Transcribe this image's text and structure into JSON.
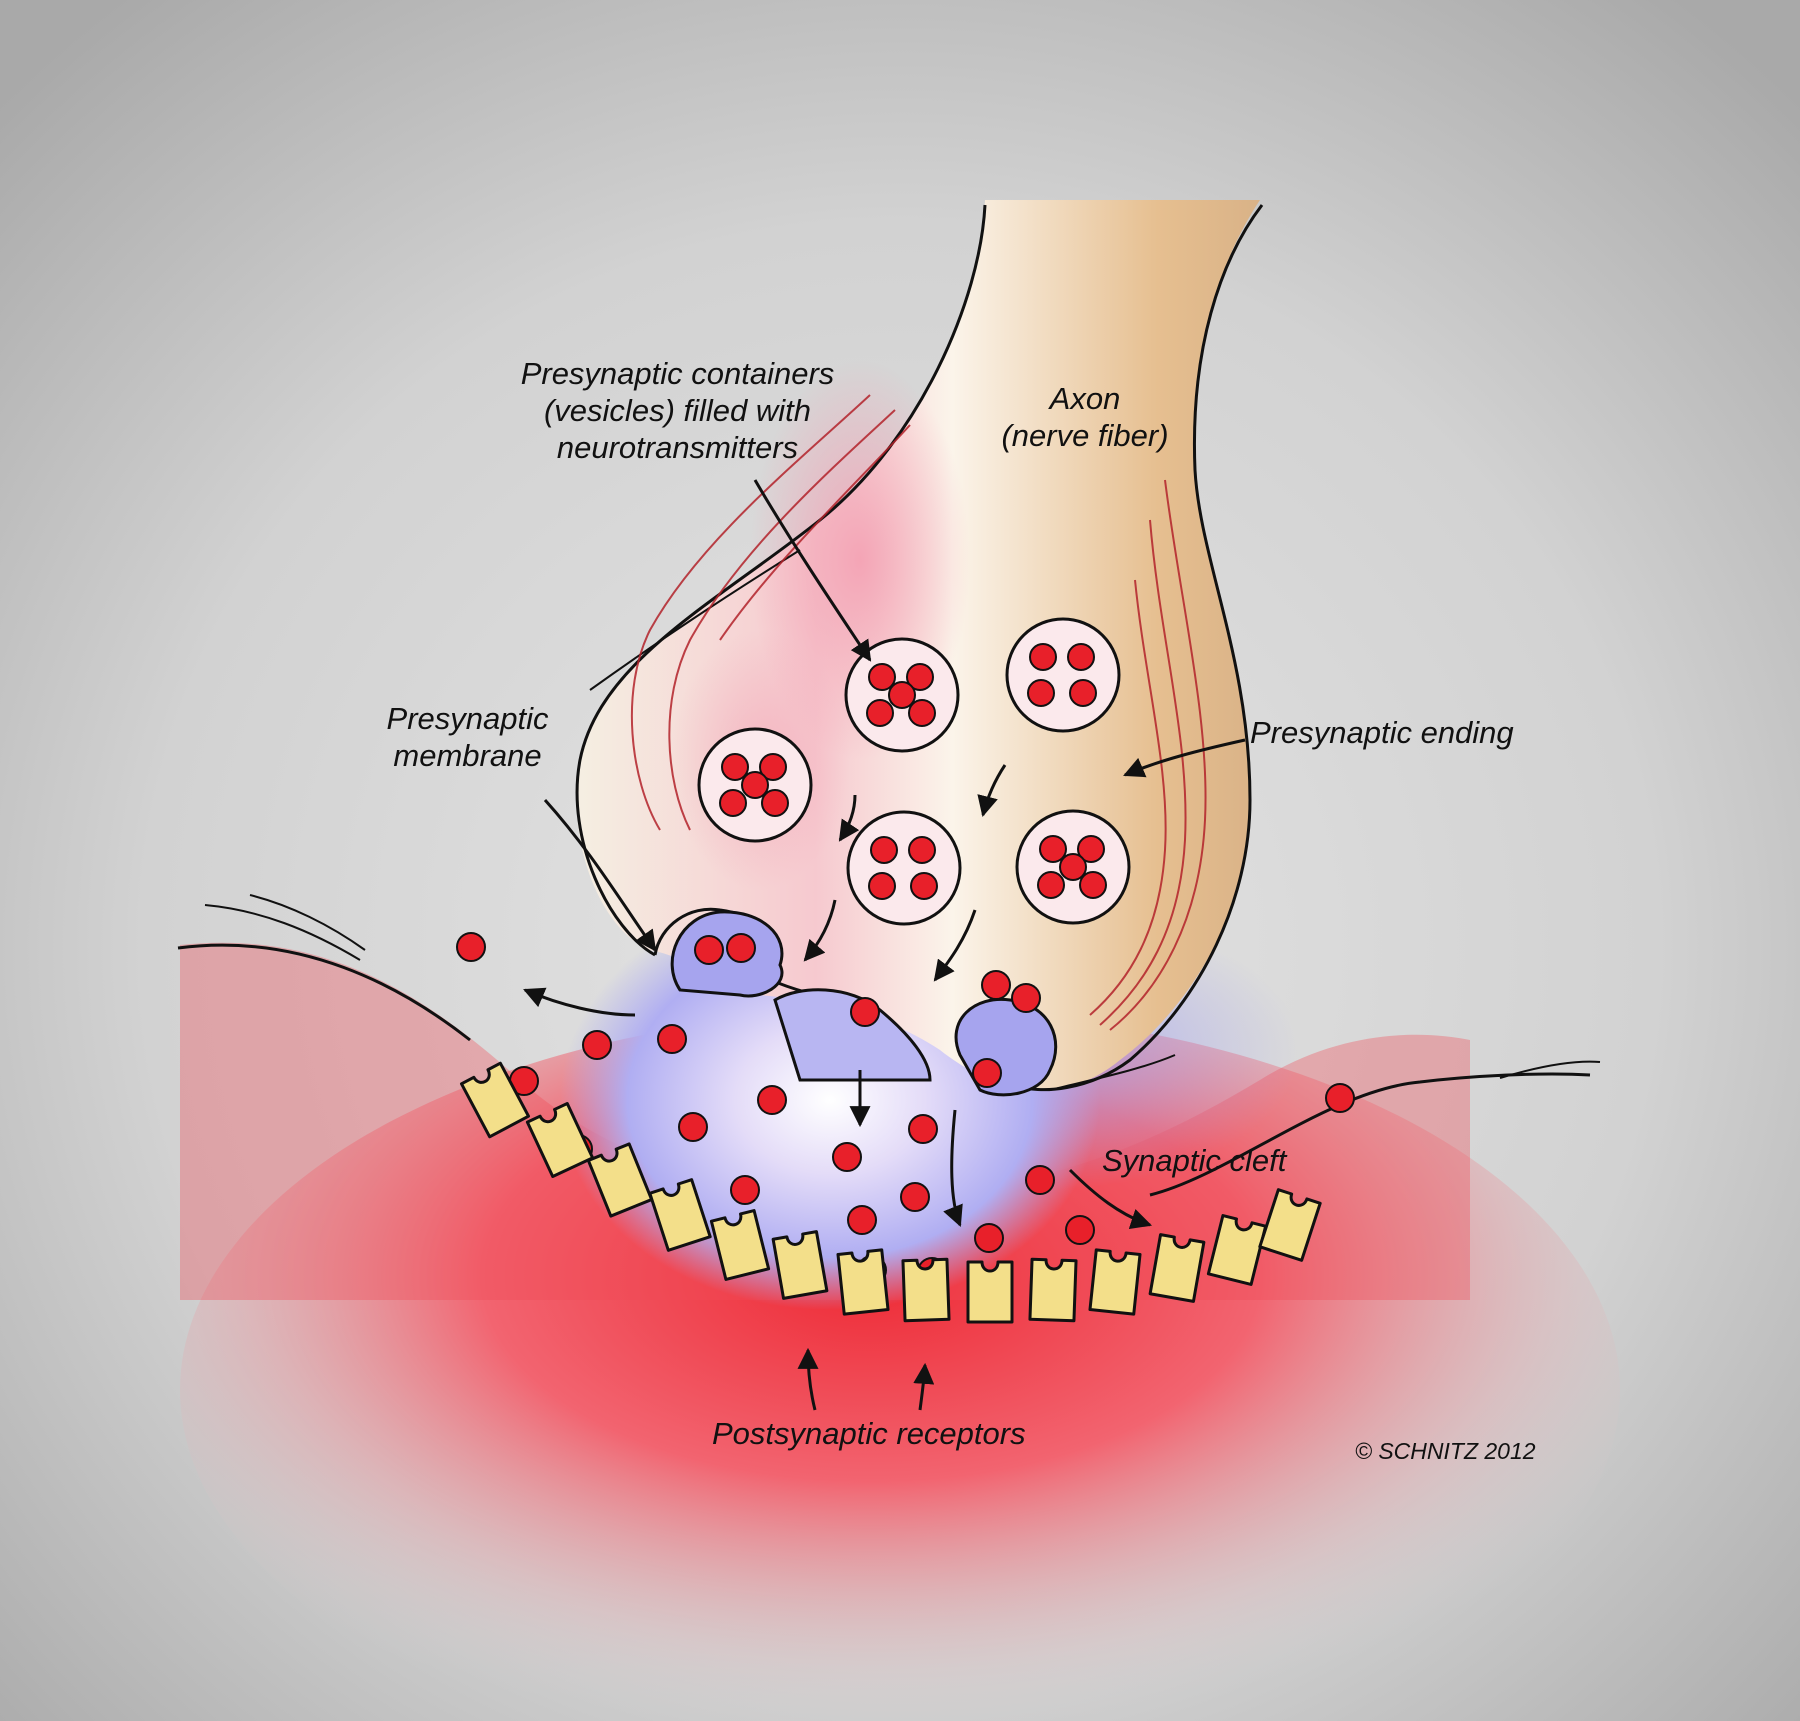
{
  "labels": {
    "presynaptic_containers": [
      "Presynaptic containers",
      "(vesicles) filled with",
      "neurotransmitters"
    ],
    "axon": [
      "Axon",
      "(nerve fiber)"
    ],
    "presynaptic_membrane": [
      "Presynaptic",
      "membrane"
    ],
    "presynaptic_ending": "Presynaptic ending",
    "synaptic_cleft": "Synaptic cleft",
    "postsynaptic_receptors": "Postsynaptic receptors",
    "copyright": "© SCHNITZ 2012"
  },
  "colors": {
    "background": "#c9c9c9",
    "neurotransmitter": "#e8202a",
    "receptor": "#f3df8a",
    "cleft": "#a8a6f0",
    "postsynaptic_glow": "#f0404a",
    "axon_tan": "#e3bd8e",
    "axon_pink": "#f3b1be"
  }
}
